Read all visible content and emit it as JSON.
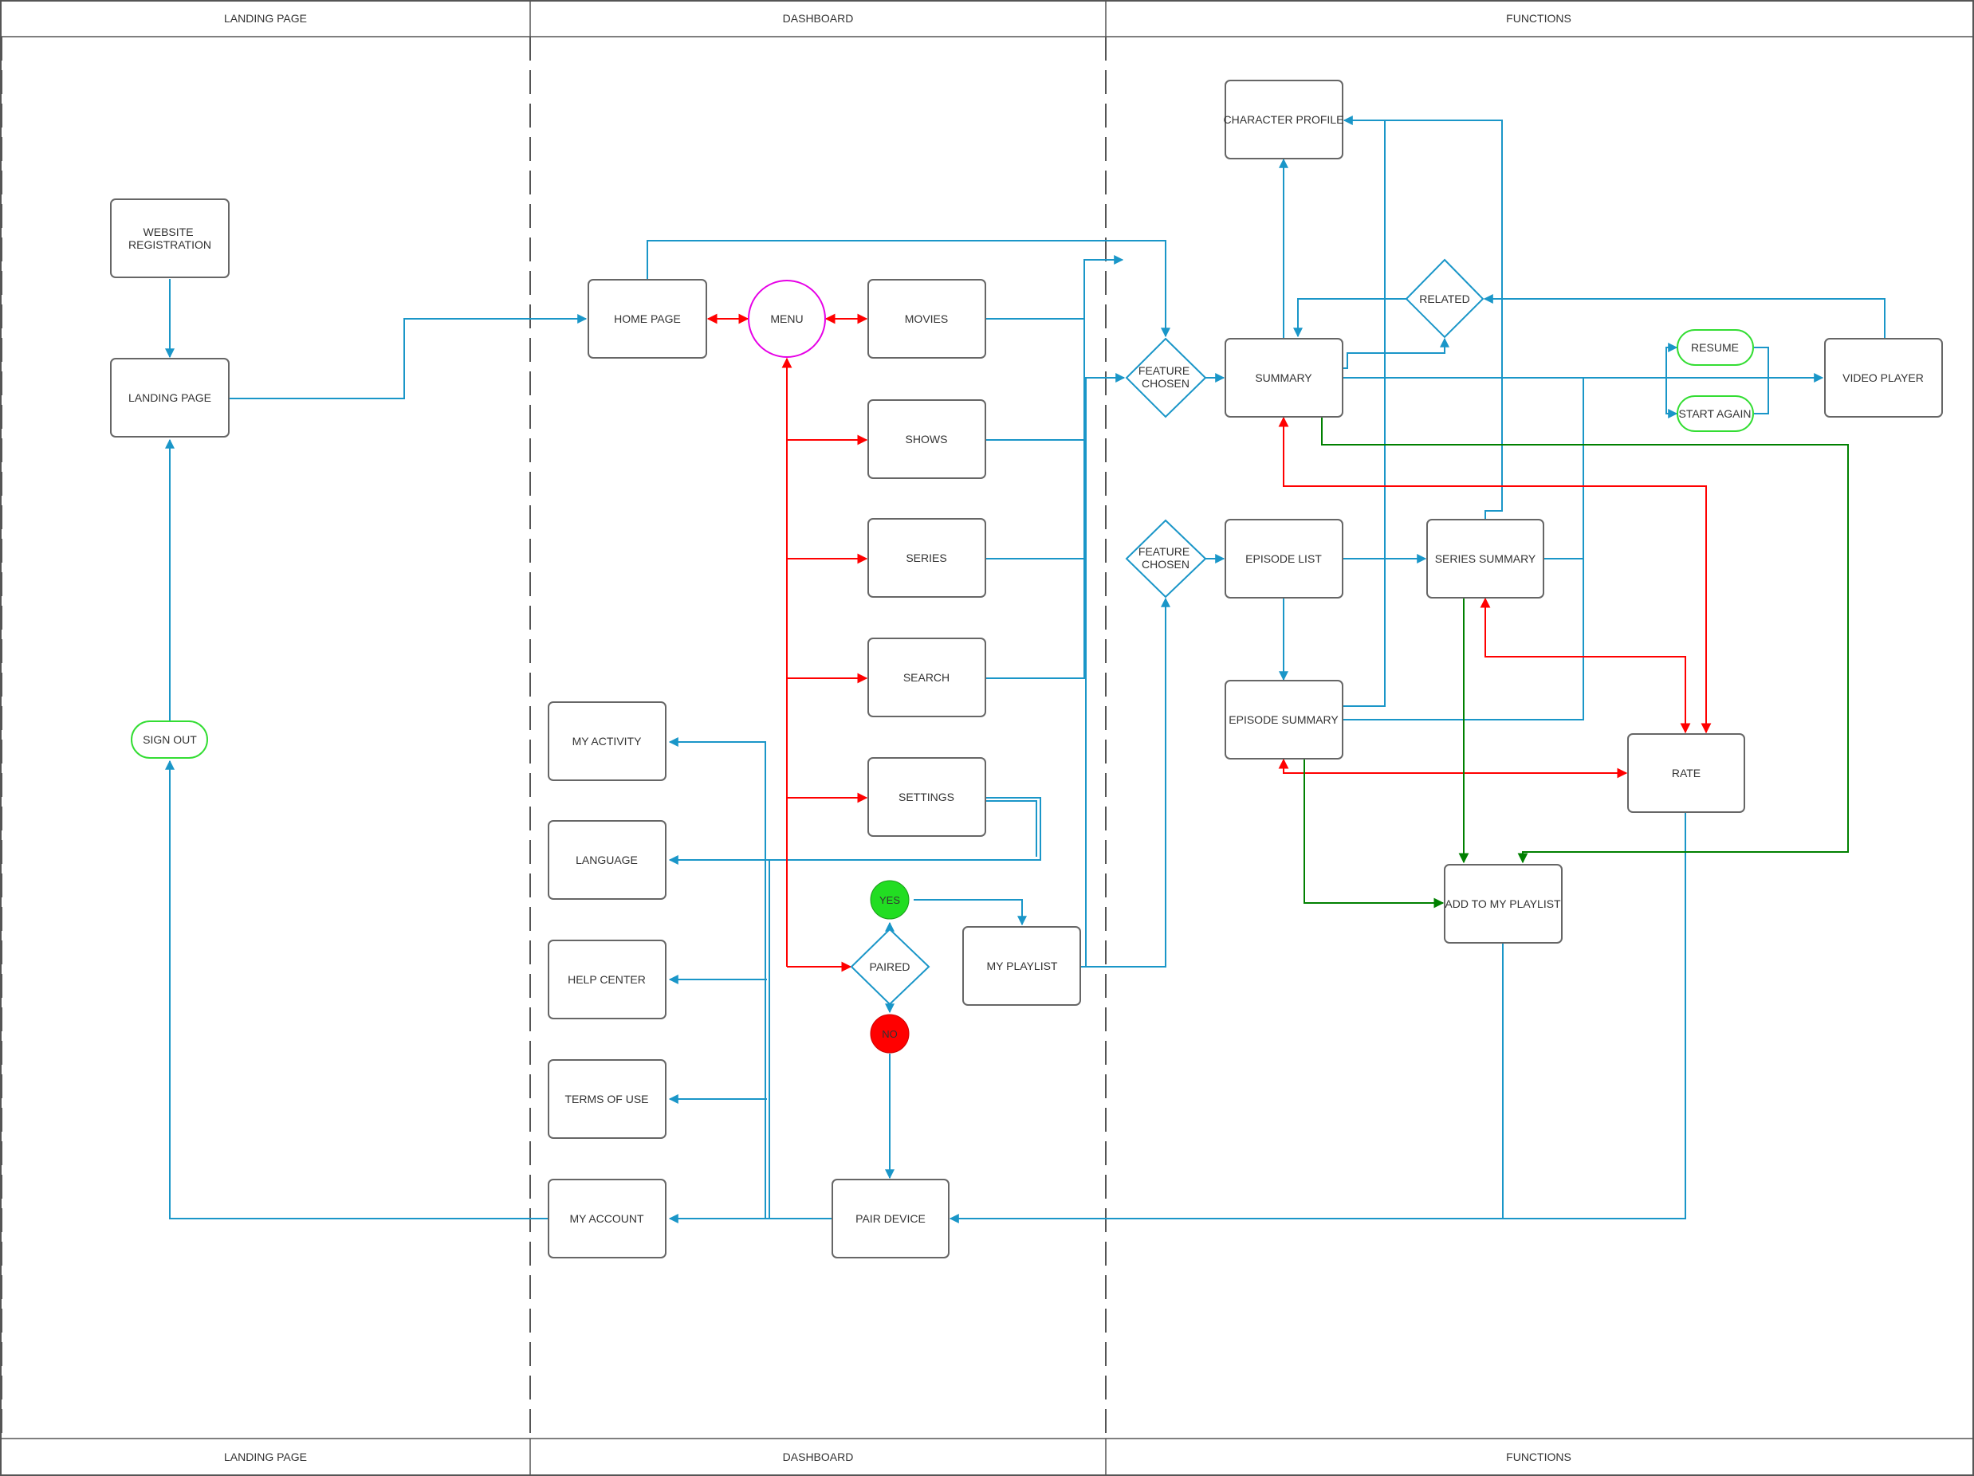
{
  "lanes": [
    {
      "id": "landing",
      "label": "LANDING PAGE"
    },
    {
      "id": "dashboard",
      "label": "DASHBOARD"
    },
    {
      "id": "functions",
      "label": "FUNCTIONS"
    }
  ],
  "nodes": {
    "website_registration": [
      "WEBSITE",
      "REGISTRATION"
    ],
    "landing_page": "LANDING PAGE",
    "sign_out": "SIGN OUT",
    "home_page": "HOME PAGE",
    "menu": "MENU",
    "movies": "MOVIES",
    "shows": "SHOWS",
    "series": "SERIES",
    "search": "SEARCH",
    "settings": "SETTINGS",
    "my_activity": "MY ACTIVITY",
    "language": "LANGUAGE",
    "help_center": "HELP CENTER",
    "terms_of_use": "TERMS OF USE",
    "my_account": "MY ACCOUNT",
    "paired": "PAIRED",
    "yes": "YES",
    "no": "NO",
    "my_playlist": "MY PLAYLIST",
    "pair_device": "PAIR DEVICE",
    "feature_chosen_1": [
      "FEATURE",
      "CHOSEN"
    ],
    "feature_chosen_2": [
      "FEATURE",
      "CHOSEN"
    ],
    "character_profile": "CHARACTER PROFILE",
    "summary": "SUMMARY",
    "related": "RELATED",
    "resume": "RESUME",
    "start_again": "START AGAIN",
    "video_player": "VIDEO PLAYER",
    "episode_list": "EPISODE LIST",
    "series_summary": "SERIES SUMMARY",
    "episode_summary": "EPISODE SUMMARY",
    "rate": "RATE",
    "add_to_my_playlist": "ADD TO MY PLAYLIST"
  },
  "colors": {
    "flow": "#1a96c8",
    "menu_flow": "#ff0000",
    "playlist_flow": "#008000",
    "menu_circle": "#e600e6",
    "terminator": "#33dd33",
    "yes_fill": "#22dd22",
    "no_fill": "#ff0000",
    "box_stroke": "#666666",
    "lane_line": "#555555"
  }
}
